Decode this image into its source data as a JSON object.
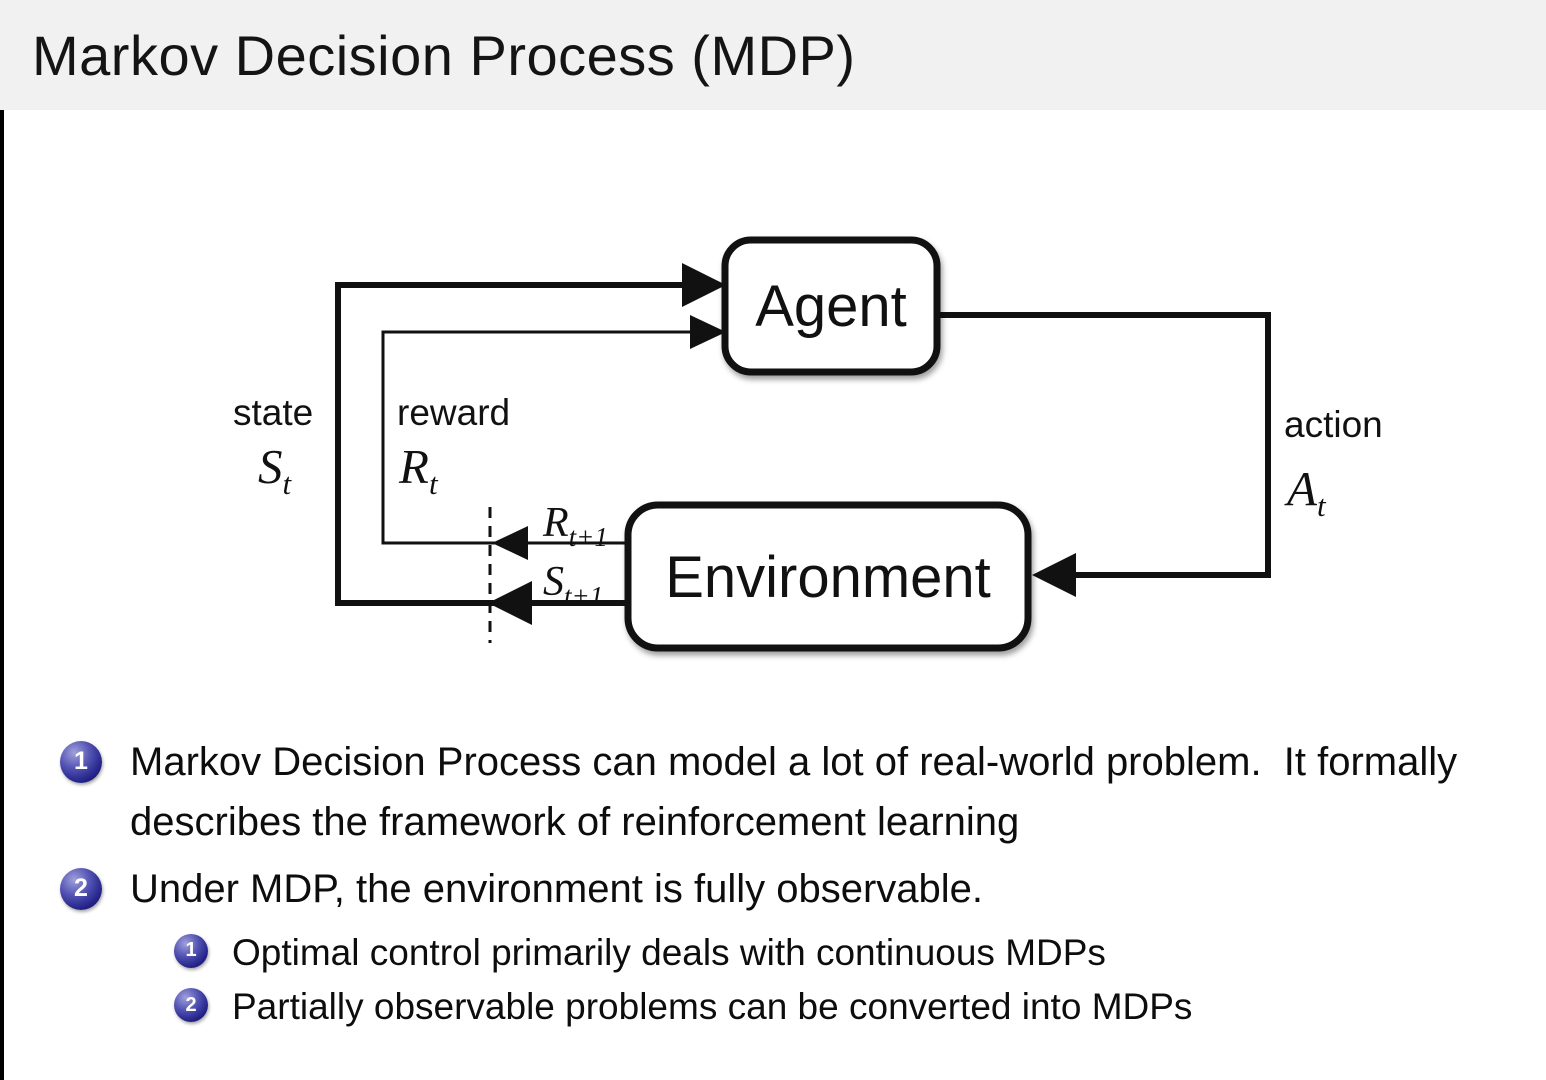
{
  "slide": {
    "title": "Markov Decision Process (MDP)"
  },
  "diagram": {
    "agent_label": "Agent",
    "environment_label": "Environment",
    "state_label": "state",
    "reward_label": "reward",
    "action_label": "action",
    "state_symbol": {
      "base": "S",
      "sub": "t"
    },
    "reward_symbol": {
      "base": "R",
      "sub": "t"
    },
    "action_symbol": {
      "base": "A",
      "sub": "t"
    },
    "reward_next_symbol": {
      "base": "R",
      "sub": "t+1"
    },
    "state_next_symbol": {
      "base": "S",
      "sub": "t+1"
    }
  },
  "bullets": [
    {
      "num": "1",
      "text": "Markov Decision Process can model a lot of real-world problem.  It formally describes the framework of reinforcement learning"
    },
    {
      "num": "2",
      "text": "Under MDP, the environment is fully observable.",
      "sub": [
        {
          "num": "1",
          "text": "Optimal control primarily deals with continuous MDPs"
        },
        {
          "num": "2",
          "text": "Partially observable problems can be converted into MDPs"
        }
      ]
    }
  ],
  "colors": {
    "badge_blue": "#222288",
    "title_bg": "#f1f1f1",
    "ink": "#111111"
  }
}
